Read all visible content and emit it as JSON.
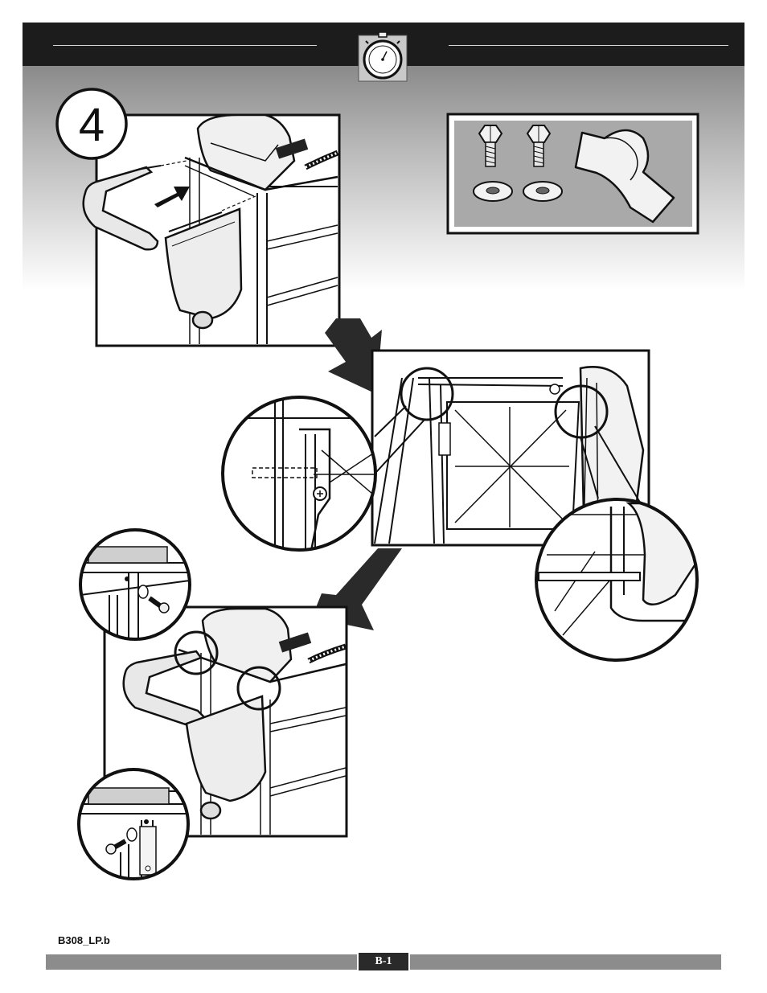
{
  "step": {
    "number": "4"
  },
  "footer": {
    "doc_code": "B308_LP.b",
    "page_label": "B-1"
  },
  "icons": {
    "timer": "stopwatch-icon",
    "bolt": "hex-bolt-icon",
    "washer": "washer-icon",
    "handle": "handle-bracket-icon"
  },
  "colors": {
    "header": "#1c1c1c",
    "footer": "#8c8c8c",
    "page_tab": "#2a2a2a",
    "line_art": "#111111"
  }
}
